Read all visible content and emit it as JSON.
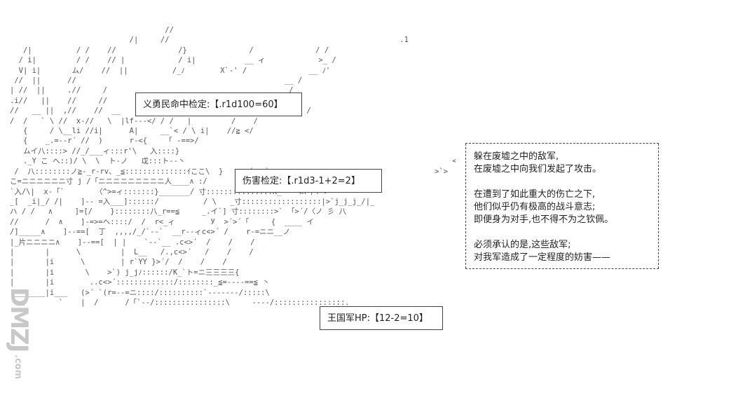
{
  "boxes": {
    "justice_check": "义勇民命中检定:【.r1d100=60】",
    "damage_check": "伤害检定:【.r1d3-1+2=2】",
    "royal_hp": "王国军HP:【12-2=10】"
  },
  "narration": {
    "lines": [
      "躲在废墟之中的敌军,",
      "在废墟之中向我们发起了攻击。",
      "",
      "在遭到了如此重大的伤亡之下,",
      "他们似乎仍有极高的战斗意志;",
      "即便身为对手,也不得不为之钦佩。",
      "",
      "必须承认的是,这些敌军;",
      "对我军造成了一定程度的妨害——"
    ]
  },
  "watermark": {
    "logo": "DMZJ",
    "domain": ".com"
  },
  "colors": {
    "text": "#222222",
    "art": "#555555",
    "watermark": "#c8c8c8"
  }
}
